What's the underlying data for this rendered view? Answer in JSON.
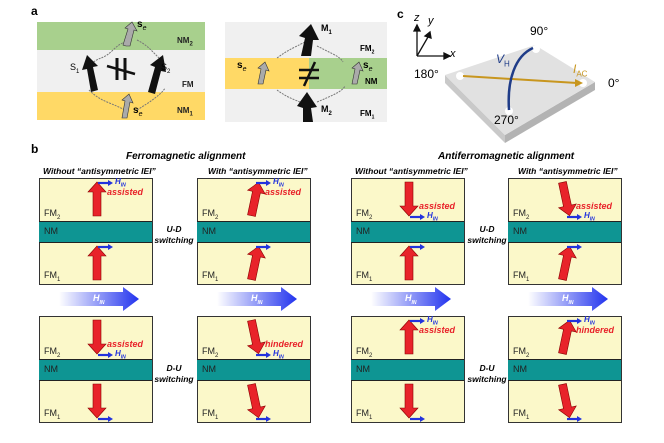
{
  "panel_letters": {
    "a": "a",
    "b": "b",
    "c": "c"
  },
  "panel_a": {
    "left": {
      "layers": {
        "top": "NM",
        "top_sub": "2",
        "middle": "FM",
        "bottom": "NM",
        "bottom_sub": "1"
      },
      "spin_top": "s",
      "spin_top_sub": "e",
      "spin_bottom": "s",
      "spin_bottom_sub": "e",
      "s1": "S",
      "s1_sub": "1",
      "s2": "S",
      "s2_sub": "2",
      "symbol": "not-parallel",
      "colors": {
        "top": "#a8d08d",
        "middle": "#f0f0f0",
        "bottom": "#ffd966"
      }
    },
    "right": {
      "layers": {
        "top": "FM",
        "top_sub": "2",
        "middle": "NM",
        "bottom": "FM",
        "bottom_sub": "1"
      },
      "m1": "M",
      "m1_sub": "1",
      "m2": "M",
      "m2_sub": "2",
      "spin_left": "s",
      "spin_left_sub": "e",
      "spin_right": "s",
      "spin_right_sub": "e",
      "symbol": "≠"
    }
  },
  "panel_c": {
    "axes": {
      "z": "z",
      "y": "y",
      "x": "x"
    },
    "angles": {
      "a90": "90°",
      "a180": "180°",
      "a0": "0°",
      "a270": "270°"
    },
    "vh": "V",
    "vh_sub": "H",
    "iac": "I",
    "iac_sub": "AC",
    "colors": {
      "vh": "#1f3c88",
      "iac": "#c8961e"
    }
  },
  "panel_b": {
    "ferro_title": "Ferromagnetic alignment",
    "antiferro_title": "Antiferromagnetic alignment",
    "col_without": "Without “antisymmetric IEI”",
    "col_with": "With “antisymmetric IEI”",
    "ud_switch": [
      "U-D",
      "switching"
    ],
    "du_switch": [
      "D-U",
      "switching"
    ],
    "field_label": "H",
    "field_sub": "IN",
    "layer_fm": "FM",
    "layer_nm": "NM",
    "sub1": "1",
    "sub2": "2",
    "boxes": [
      {
        "id": "ferro-without-ud",
        "status": "assisted",
        "fm2": "up",
        "fm1": "up",
        "tilt": false
      },
      {
        "id": "ferro-with-ud",
        "status": "assisted",
        "fm2": "up",
        "fm1": "up",
        "tilt": true
      },
      {
        "id": "antiferro-without-ud",
        "status": "assisted",
        "fm2": "down",
        "fm1": "up",
        "tilt": false
      },
      {
        "id": "antiferro-with-ud",
        "status": "assisted",
        "fm2": "down",
        "fm1": "up",
        "tilt": true
      },
      {
        "id": "ferro-without-du",
        "status": "assisted",
        "fm2": "down",
        "fm1": "down",
        "tilt": false
      },
      {
        "id": "ferro-with-du",
        "status": "hindered",
        "fm2": "down",
        "fm1": "down",
        "tilt": true
      },
      {
        "id": "antiferro-without-du",
        "status": "assisted",
        "fm2": "up",
        "fm1": "down",
        "tilt": false
      },
      {
        "id": "antiferro-with-du",
        "status": "hindered",
        "fm2": "up",
        "fm1": "down",
        "tilt": true
      }
    ],
    "colors": {
      "stack_bg": "#fbf8c9",
      "nm": "#0e9593",
      "moment": "#e8232a",
      "field": "#2233dd"
    }
  }
}
